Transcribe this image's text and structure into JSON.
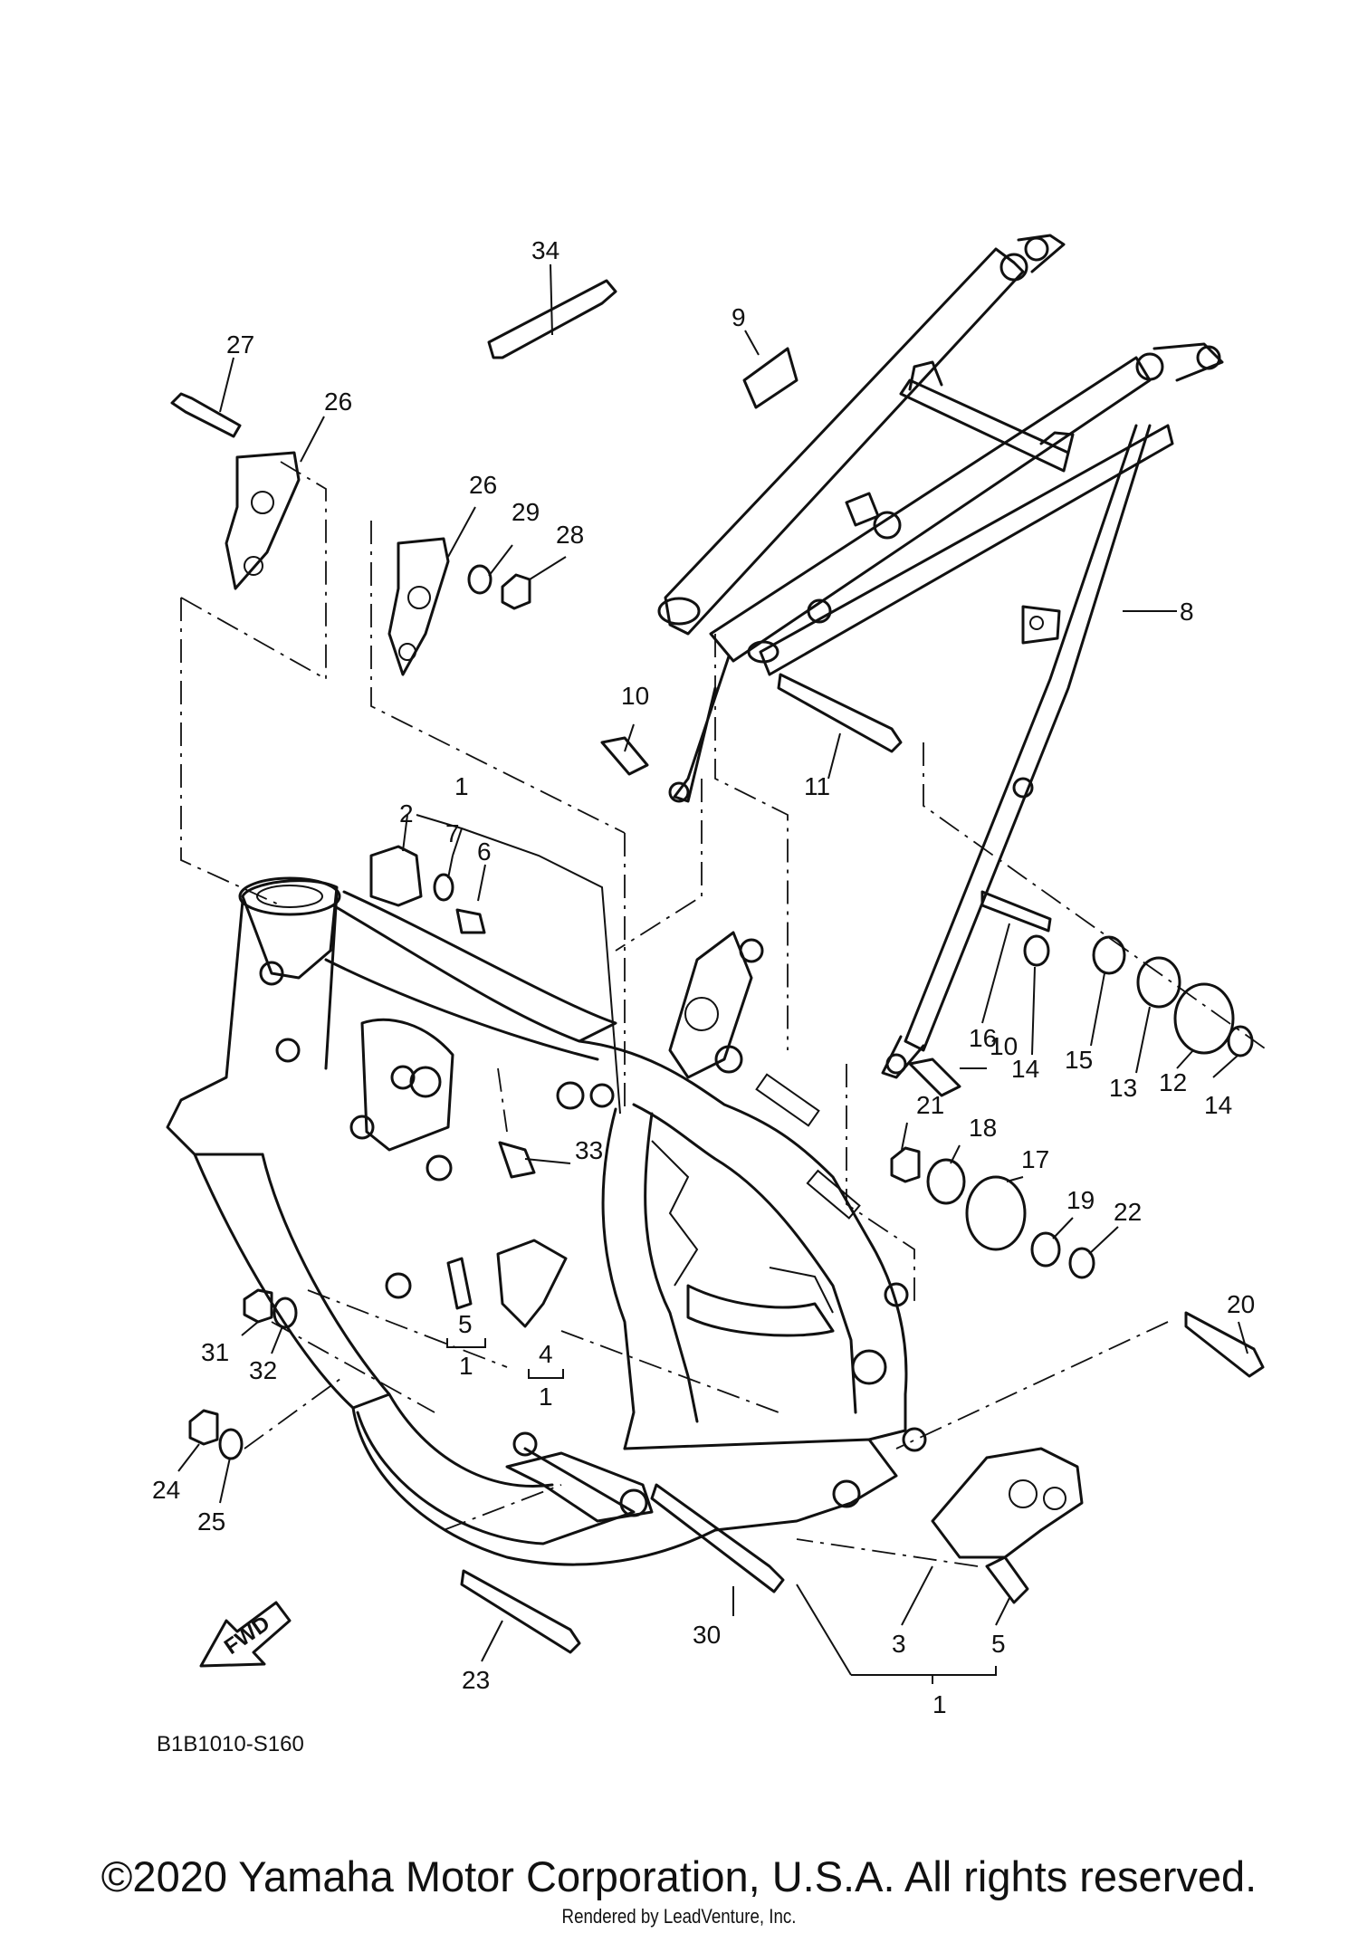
{
  "diagram": {
    "drawing_code": "B1B1010-S160",
    "fwd_label": "FWD",
    "callouts": [
      "1",
      "2",
      "3",
      "4",
      "5",
      "6",
      "7",
      "8",
      "9",
      "10",
      "11",
      "12",
      "13",
      "14",
      "15",
      "16",
      "17",
      "18",
      "19",
      "20",
      "21",
      "22",
      "23",
      "24",
      "25",
      "26",
      "27",
      "28",
      "29",
      "30",
      "31",
      "32",
      "33",
      "34"
    ]
  },
  "footer": {
    "copyright": "©2020 Yamaha Motor Corporation, U.S.A. All rights reserved.",
    "rendered_by": "Rendered by LeadVenture, Inc."
  }
}
